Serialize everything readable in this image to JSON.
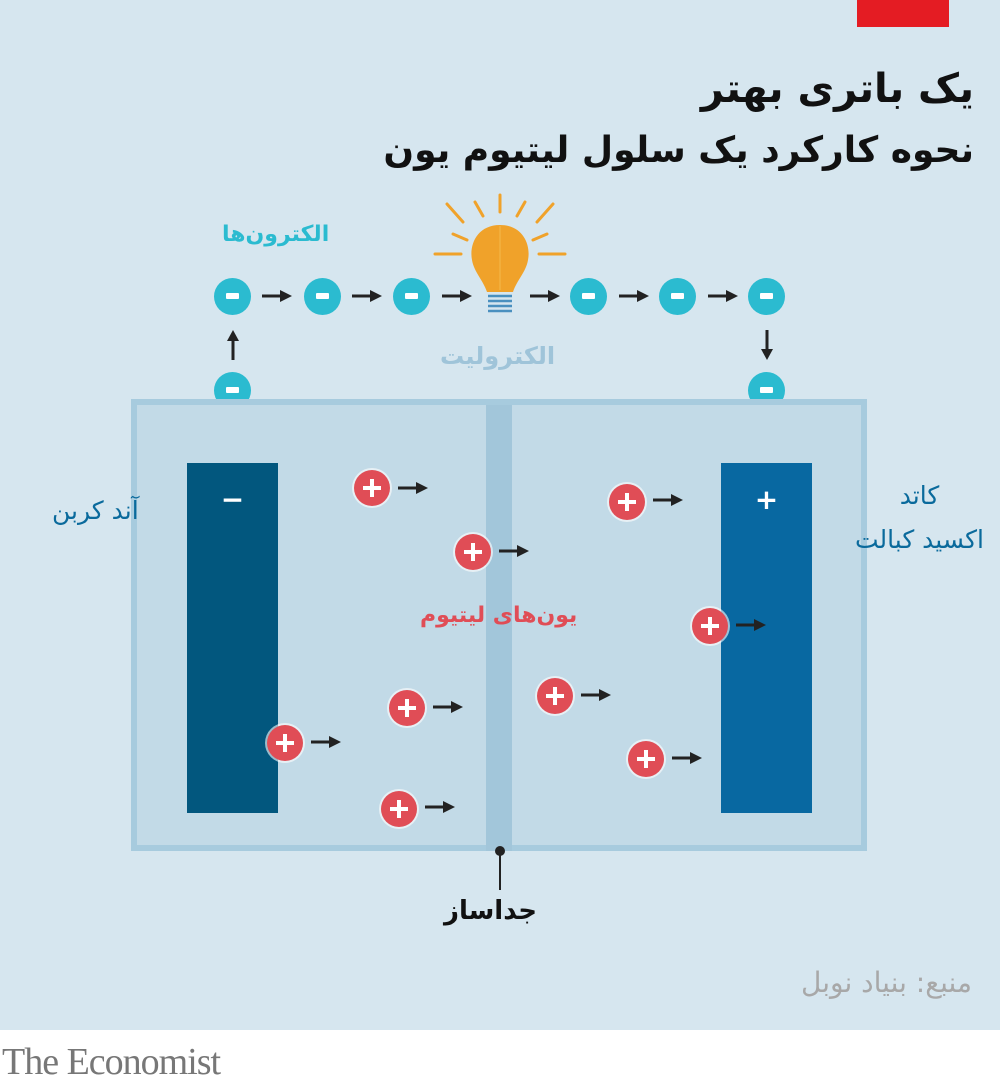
{
  "header": {
    "title": "یک باتری بهتر",
    "subtitle": "نحوه کارکرد یک سلول لیتیوم یون"
  },
  "diagram": {
    "electrons_label": "الکترون‌ها",
    "electrolyte_label": "الکترولیت",
    "lithium_ions_label": "یون‌های لیتیوم",
    "anode": {
      "label": "آند کربن",
      "sign": "−"
    },
    "cathode": {
      "label_line1": "کاتد",
      "label_line2": "اکسید کبالت",
      "sign": "+"
    },
    "separator_label": "جداساز",
    "light_bulb_icon": "light-bulb-icon",
    "electron_icon": "electron-minus-icon",
    "ion_icon": "lithium-ion-plus-icon"
  },
  "footer": {
    "source": "منبع: بنیاد نوبل",
    "brand": "The Economist"
  },
  "colors": {
    "background": "#d6e6ef",
    "brand_red": "#e41c23",
    "electron": "#2bbbd0",
    "ion": "#e04d56",
    "anode": "#02577e",
    "cathode": "#0868a1",
    "bulb": "#f0a22a",
    "electrolyte_text": "#9fc4d9",
    "electrode_label": "#0a6a9c",
    "source_text": "#a8a8a8"
  }
}
